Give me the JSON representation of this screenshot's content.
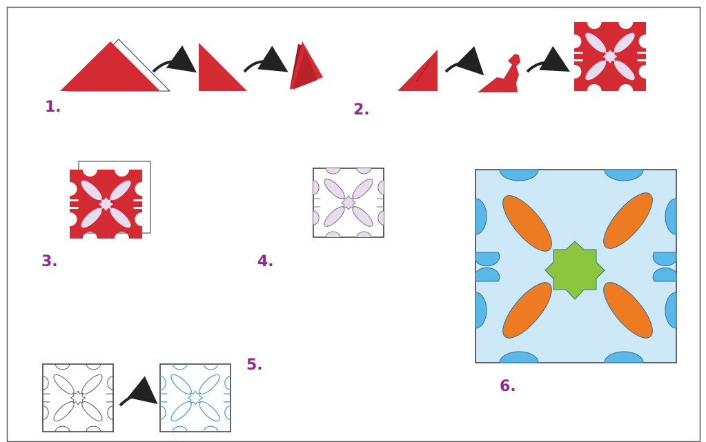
{
  "colors": {
    "red": "#d42a33",
    "dark_red": "#9e1b22",
    "white": "#ffffff",
    "light_pink": "#e8dcee",
    "light_blue_bg": "#cde8f6",
    "blue": "#5ab8e8",
    "orange": "#ee7b22",
    "green": "#8cc63f",
    "outline": "#333333",
    "label_purple": "#93278f"
  },
  "steps": [
    {
      "label": "1."
    },
    {
      "label": "2."
    },
    {
      "label": "3."
    },
    {
      "label": "4."
    },
    {
      "label": "5."
    },
    {
      "label": "6."
    }
  ],
  "icons": [
    "arrow-icon",
    "star-icon"
  ]
}
